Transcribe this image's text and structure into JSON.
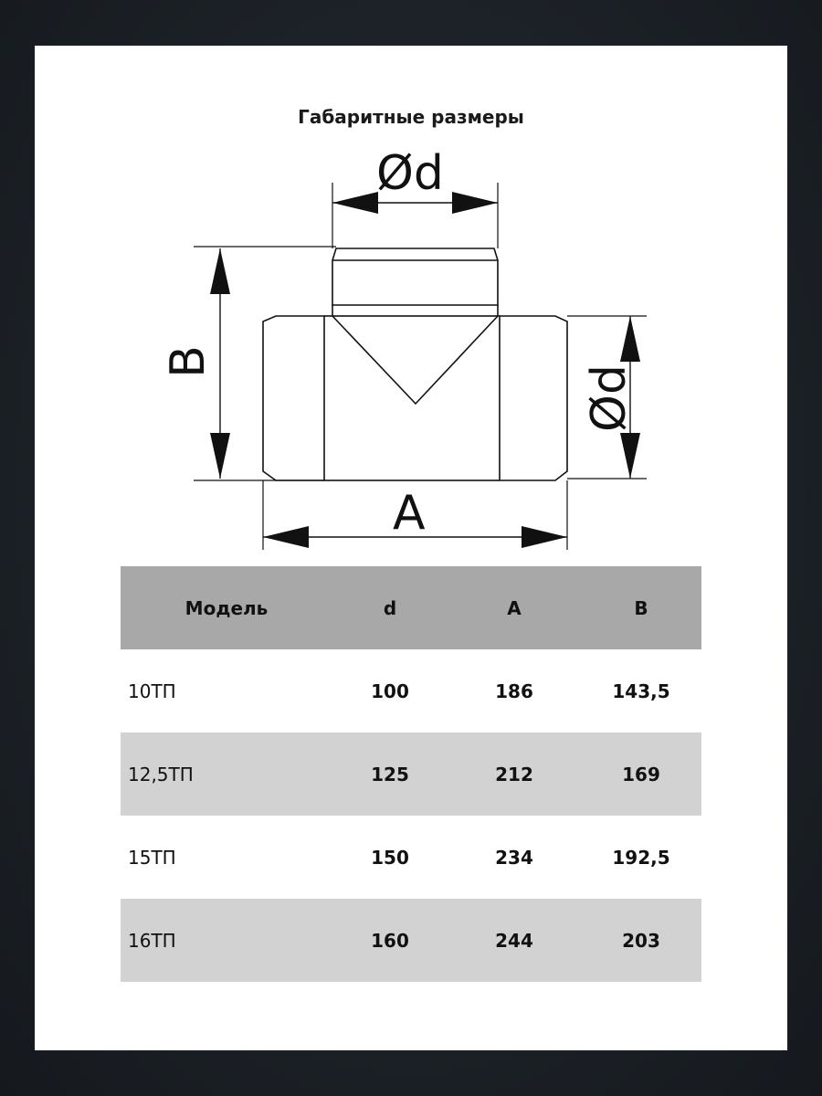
{
  "title": "Габаритные размеры",
  "drawing": {
    "label_d_top": "Ød",
    "label_d_right": "Ød",
    "label_a": "A",
    "label_b": "B"
  },
  "table": {
    "headers": [
      "Модель",
      "d",
      "A",
      "B"
    ],
    "rows": [
      {
        "model": "10ТП",
        "d": "100",
        "a": "186",
        "b": "143,5"
      },
      {
        "model": "12,5ТП",
        "d": "125",
        "a": "212",
        "b": "169"
      },
      {
        "model": "15ТП",
        "d": "150",
        "a": "234",
        "b": "192,5"
      },
      {
        "model": "16ТП",
        "d": "160",
        "a": "244",
        "b": "203"
      }
    ]
  }
}
